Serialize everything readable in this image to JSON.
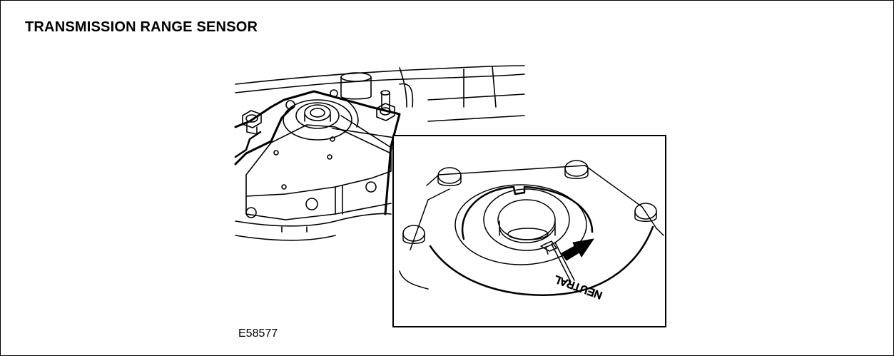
{
  "title": "TRANSMISSION RANGE SENSOR",
  "figure_id": "E58577",
  "inset": {
    "label": "NEUTRAL"
  },
  "icons": [
    "pointer-arrow-icon"
  ],
  "colors": {
    "line": "#000000",
    "background": "#ffffff"
  }
}
